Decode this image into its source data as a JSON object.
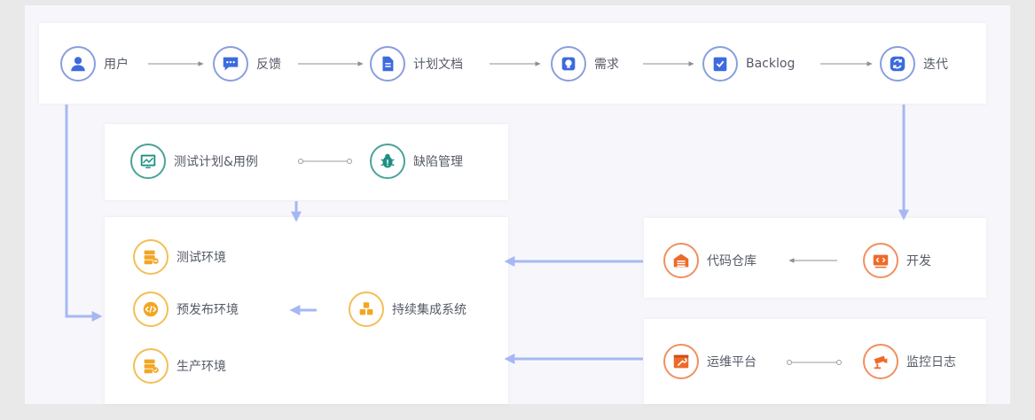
{
  "colors": {
    "blue": "#3d6bde",
    "teal": "#1d8f83",
    "yellow": "#f2a623",
    "orange": "#ee6a29",
    "connector": "#a6b8f3"
  },
  "nodes": {
    "user": {
      "label": "用户",
      "icon": "user-icon"
    },
    "feedback": {
      "label": "反馈",
      "icon": "chat-bubble-icon"
    },
    "plan_doc": {
      "label": "计划文档",
      "icon": "document-icon"
    },
    "requirement": {
      "label": "需求",
      "icon": "lightbulb-icon"
    },
    "backlog": {
      "label": "Backlog",
      "icon": "checklist-icon"
    },
    "iteration": {
      "label": "迭代",
      "icon": "refresh-icon"
    },
    "test_plan": {
      "label": "测试计划&用例",
      "icon": "monitor-chart-icon"
    },
    "defect": {
      "label": "缺陷管理",
      "icon": "bug-icon"
    },
    "test_env": {
      "label": "测试环境",
      "icon": "server-icon"
    },
    "pre_env": {
      "label": "预发布环境",
      "icon": "code-icon"
    },
    "ci": {
      "label": "持续集成系统",
      "icon": "cubes-icon"
    },
    "prod_env": {
      "label": "生产环境",
      "icon": "server-check-icon"
    },
    "repo": {
      "label": "代码仓库",
      "icon": "warehouse-icon"
    },
    "dev": {
      "label": "开发",
      "icon": "code-window-icon"
    },
    "ops": {
      "label": "运维平台",
      "icon": "wrench-window-icon"
    },
    "monitor": {
      "label": "监控日志",
      "icon": "camera-icon"
    }
  }
}
